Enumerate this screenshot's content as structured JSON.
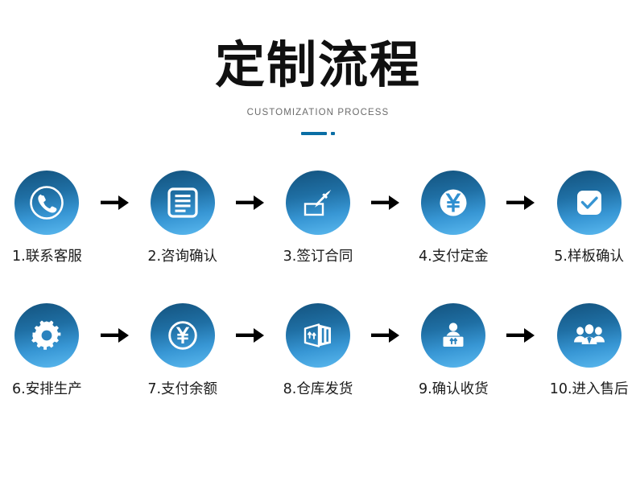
{
  "header": {
    "title": "定制流程",
    "subtitle": "CUSTOMIZATION PROCESS",
    "accent_color": "#0a6ea5",
    "divider_icon": "divider-bar-dot"
  },
  "theme": {
    "circle_gradient_start": "#13527d",
    "circle_gradient_end": "#5cbaf0",
    "icon_color": "#ffffff",
    "label_color": "#1b1b1b",
    "arrow_color": "#000000",
    "background": "#ffffff"
  },
  "flow": {
    "arrow_icon": "arrow-right-icon",
    "rows": [
      {
        "steps": [
          {
            "number": "1",
            "label": "1.联系客服",
            "icon": "phone-icon"
          },
          {
            "number": "2",
            "label": "2.咨询确认",
            "icon": "document-lines-icon"
          },
          {
            "number": "3",
            "label": "3.签订合同",
            "icon": "pen-signature-icon"
          },
          {
            "number": "4",
            "label": "4.支付定金",
            "icon": "yuan-circle-filled-icon"
          },
          {
            "number": "5",
            "label": "5.样板确认",
            "icon": "check-square-icon"
          }
        ]
      },
      {
        "steps": [
          {
            "number": "6",
            "label": "6.安排生产",
            "icon": "gear-icon"
          },
          {
            "number": "7",
            "label": "7.支付余额",
            "icon": "yuan-coin-outline-icon"
          },
          {
            "number": "8",
            "label": "8.仓库发货",
            "icon": "warehouse-box-icon"
          },
          {
            "number": "9",
            "label": "9.确认收货",
            "icon": "person-receiving-box-icon"
          },
          {
            "number": "10",
            "label": "10.进入售后",
            "icon": "people-group-icon"
          }
        ]
      }
    ]
  }
}
